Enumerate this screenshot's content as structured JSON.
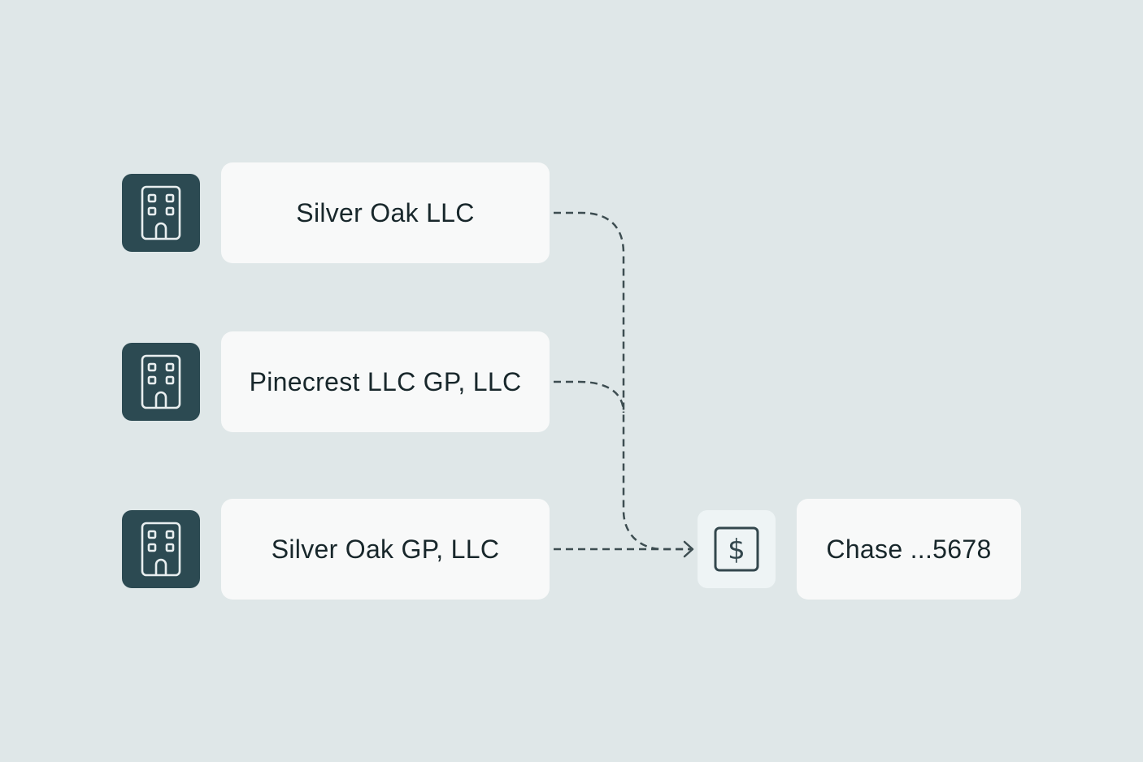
{
  "entities": [
    {
      "name": "Silver Oak LLC",
      "icon": "building-icon"
    },
    {
      "name": "Pinecrest LLC GP, LLC",
      "icon": "building-icon"
    },
    {
      "name": "Silver Oak GP, LLC",
      "icon": "building-icon"
    }
  ],
  "account": {
    "label": "Chase ...5678",
    "icon": "dollar-icon"
  },
  "colors": {
    "background": "#dfe7e8",
    "icon_tile": "#2c4a52",
    "card": "#f8f9f9",
    "text": "#18272b",
    "connector": "#3d4d51"
  }
}
